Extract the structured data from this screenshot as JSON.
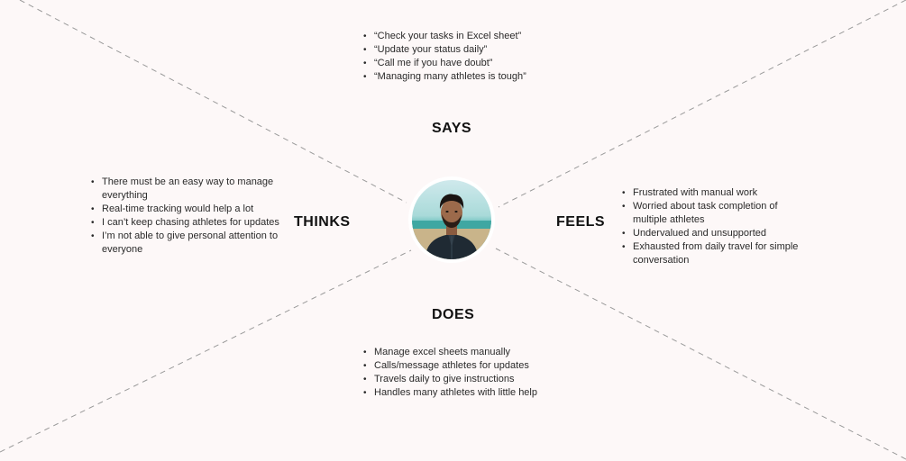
{
  "says": {
    "title": "SAYS",
    "items": [
      "“Check your tasks in Excel sheet”",
      "“Update your status daily”",
      "“Call me if you have doubt”",
      "“Managing many athletes is tough”"
    ]
  },
  "thinks": {
    "title": "THINKS",
    "items": [
      "There must be an easy way to manage everything",
      "Real-time tracking would help a lot",
      "I can’t keep chasing athletes for updates",
      "I’m not able to give personal attention to everyone"
    ]
  },
  "feels": {
    "title": "FEELS",
    "items": [
      "Frustrated with manual work",
      "Worried about task completion of multiple athletes",
      "Undervalued and unsupported",
      "Exhausted from daily travel for simple conversation"
    ]
  },
  "does": {
    "title": "DOES",
    "items": [
      "Manage excel sheets manually",
      "Calls/message athletes for updates",
      "Travels daily to give instructions",
      "Handles many athletes with little help"
    ]
  },
  "colors": {
    "background": "#fdf8f8",
    "divider": "#9a9a9a"
  }
}
